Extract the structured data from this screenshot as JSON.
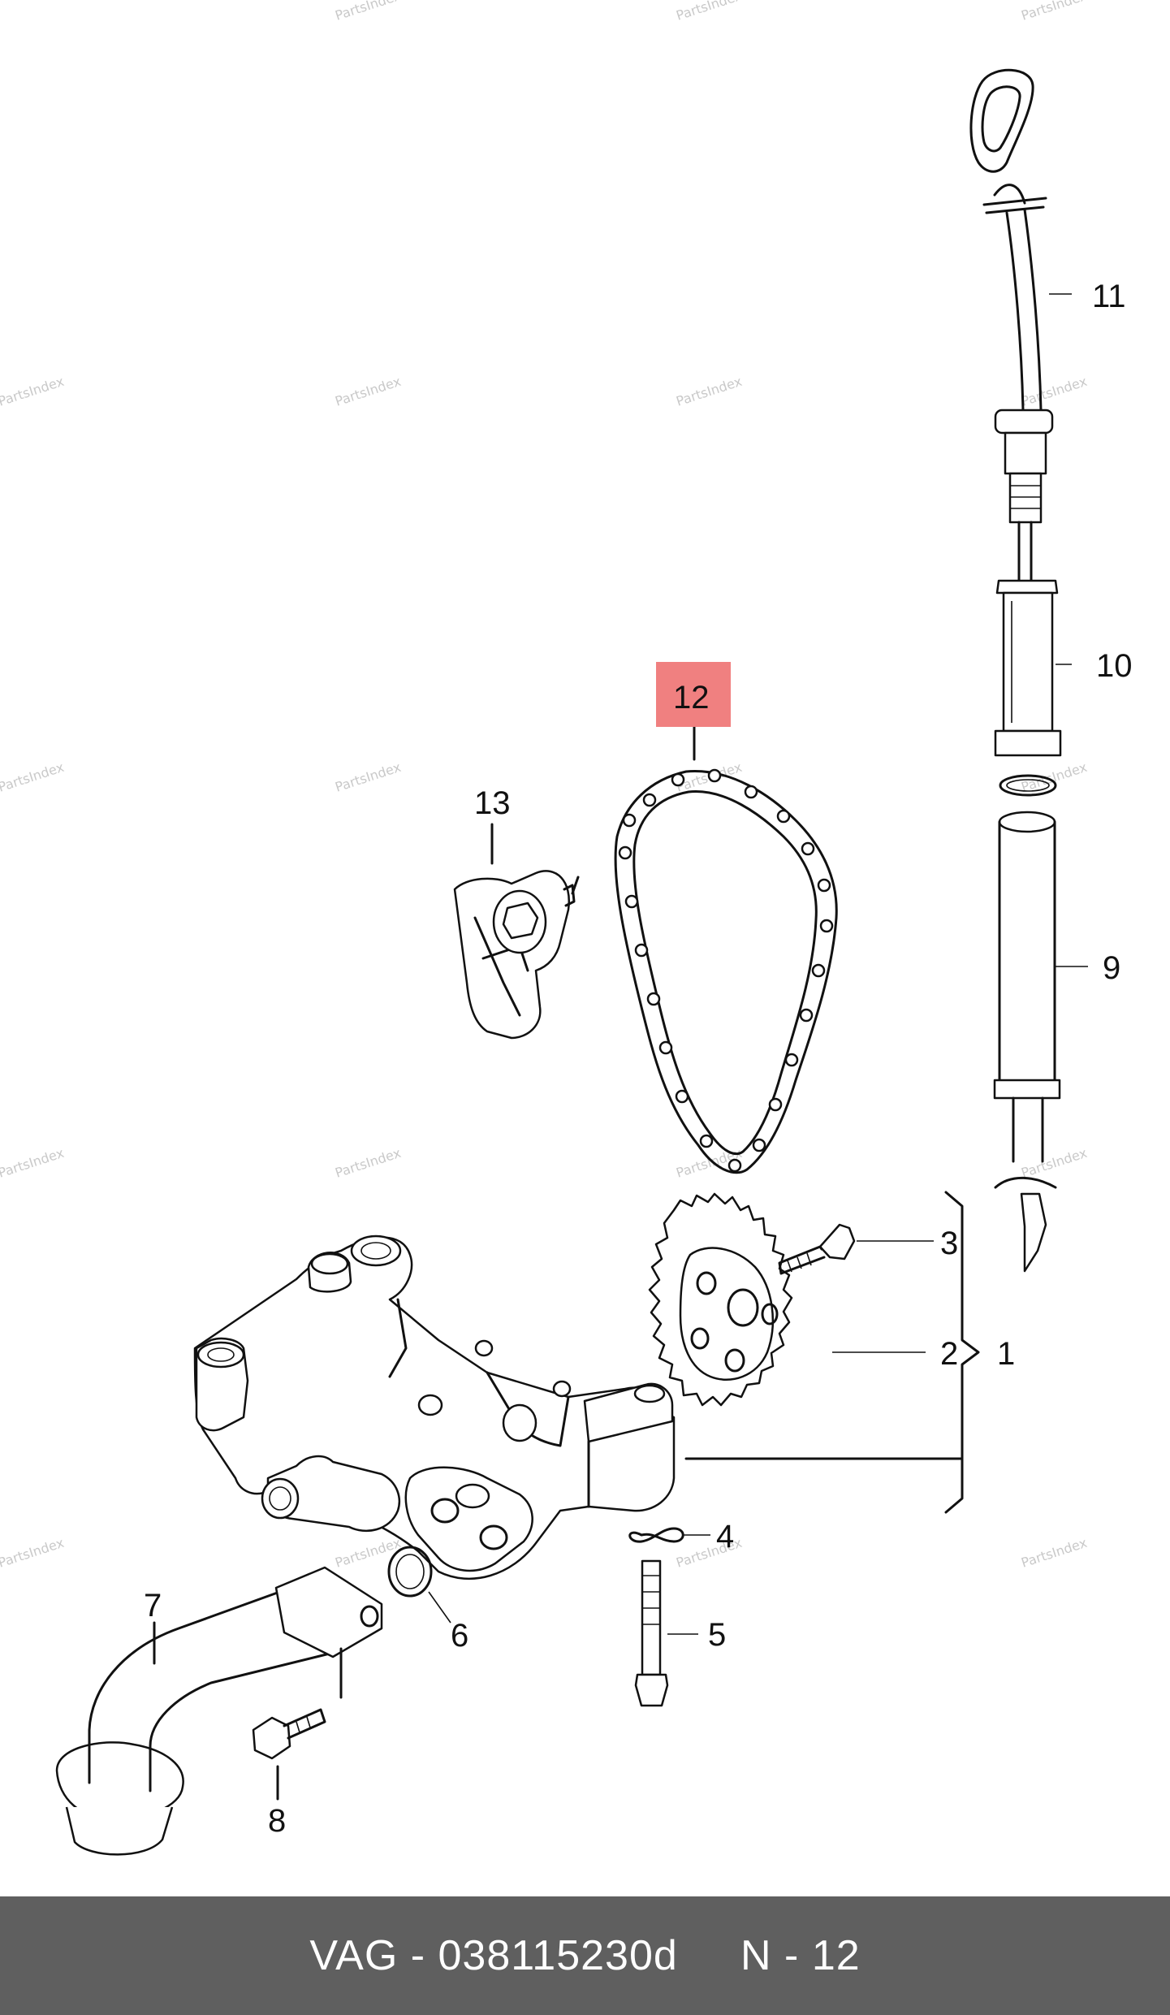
{
  "watermark": "PartsIndex",
  "callouts": [
    {
      "id": "1",
      "label": "1"
    },
    {
      "id": "2",
      "label": "2"
    },
    {
      "id": "3",
      "label": "3"
    },
    {
      "id": "4",
      "label": "4"
    },
    {
      "id": "5",
      "label": "5"
    },
    {
      "id": "6",
      "label": "6"
    },
    {
      "id": "7",
      "label": "7"
    },
    {
      "id": "8",
      "label": "8"
    },
    {
      "id": "9",
      "label": "9"
    },
    {
      "id": "10",
      "label": "10"
    },
    {
      "id": "11",
      "label": "11"
    },
    {
      "id": "12",
      "label": "12",
      "highlighted": true
    },
    {
      "id": "13",
      "label": "13"
    }
  ],
  "highlight_color": "#f08080",
  "footer": {
    "text": "VAG - 038115230d     N - 12",
    "background": "#5f5f5f",
    "color": "#ffffff"
  }
}
